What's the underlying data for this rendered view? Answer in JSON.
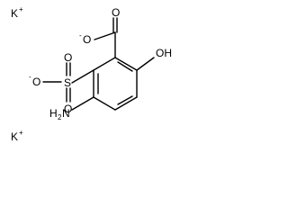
{
  "atoms": {
    "potassium_top": {
      "symbol": "K",
      "charge": "+"
    },
    "potassium_bottom": {
      "symbol": "K",
      "charge": "+"
    },
    "carboxylate_o_double": {
      "symbol": "O"
    },
    "carboxylate_o_single": {
      "symbol": "O",
      "charge": "-"
    },
    "hydroxy": {
      "symbol": "OH"
    },
    "sulfur": {
      "symbol": "S"
    },
    "sulfonate_o_left": {
      "symbol": "O",
      "charge": "-"
    },
    "sulfonate_o_top": {
      "symbol": "O"
    },
    "sulfonate_o_bottom": {
      "symbol": "O"
    },
    "amino": {
      "symbol": "H",
      "subscript": "2",
      "symbol2": "N"
    }
  }
}
